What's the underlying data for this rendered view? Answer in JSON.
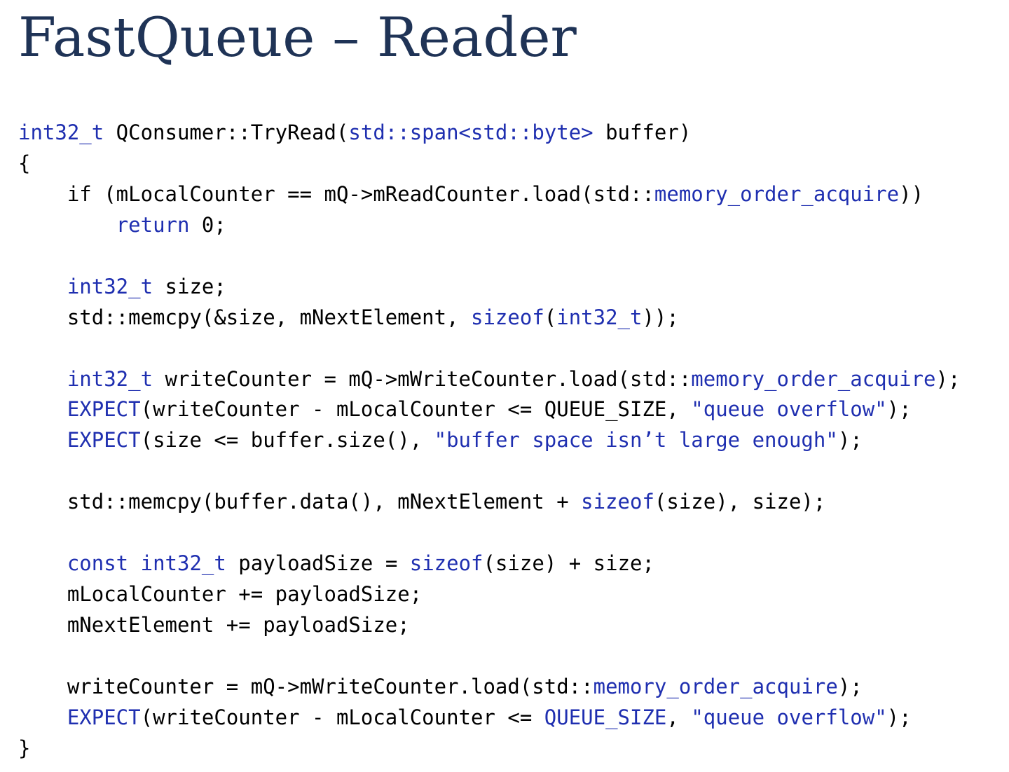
{
  "title": "FastQueue – Reader",
  "code_lines": [
    [
      {
        "t": "int32_t",
        "k": 1
      },
      {
        "t": " QConsumer::TryRead("
      },
      {
        "t": "std::span<std::byte>",
        "k": 1
      },
      {
        "t": " buffer)"
      }
    ],
    [
      {
        "t": "{"
      }
    ],
    [
      {
        "t": "    if (mLocalCounter == mQ->mReadCounter.load(std::"
      },
      {
        "t": "memory_order_acquire",
        "k": 1
      },
      {
        "t": "))"
      }
    ],
    [
      {
        "t": "        "
      },
      {
        "t": "return",
        "k": 1
      },
      {
        "t": " 0;"
      }
    ],
    [],
    [
      {
        "t": "    "
      },
      {
        "t": "int32_t",
        "k": 1
      },
      {
        "t": " size;"
      }
    ],
    [
      {
        "t": "    std::memcpy(&size, mNextElement, "
      },
      {
        "t": "sizeof",
        "k": 1
      },
      {
        "t": "("
      },
      {
        "t": "int32_t",
        "k": 1
      },
      {
        "t": "));"
      }
    ],
    [],
    [
      {
        "t": "    "
      },
      {
        "t": "int32_t",
        "k": 1
      },
      {
        "t": " writeCounter = mQ->mWriteCounter.load(std::"
      },
      {
        "t": "memory_order_acquire",
        "k": 1
      },
      {
        "t": ");"
      }
    ],
    [
      {
        "t": "    "
      },
      {
        "t": "EXPECT",
        "k": 1
      },
      {
        "t": "(writeCounter - mLocalCounter <= QUEUE_SIZE, "
      },
      {
        "t": "\"queue overflow\"",
        "k": 1
      },
      {
        "t": ");"
      }
    ],
    [
      {
        "t": "    "
      },
      {
        "t": "EXPECT",
        "k": 1
      },
      {
        "t": "(size <= buffer.size(), "
      },
      {
        "t": "\"buffer space isn’t large enough\"",
        "k": 1
      },
      {
        "t": ");"
      }
    ],
    [],
    [
      {
        "t": "    std::memcpy(buffer.data(), mNextElement + "
      },
      {
        "t": "sizeof",
        "k": 1
      },
      {
        "t": "(size), size);"
      }
    ],
    [],
    [
      {
        "t": "    "
      },
      {
        "t": "const",
        "k": 1
      },
      {
        "t": " "
      },
      {
        "t": "int32_t",
        "k": 1
      },
      {
        "t": " payloadSize = "
      },
      {
        "t": "sizeof",
        "k": 1
      },
      {
        "t": "(size) + size;"
      }
    ],
    [
      {
        "t": "    mLocalCounter += payloadSize;"
      }
    ],
    [
      {
        "t": "    mNextElement += payloadSize;"
      }
    ],
    [],
    [
      {
        "t": "    writeCounter = mQ->mWriteCounter.load(std::"
      },
      {
        "t": "memory_order_acquire",
        "k": 1
      },
      {
        "t": ");"
      }
    ],
    [
      {
        "t": "    "
      },
      {
        "t": "EXPECT",
        "k": 1
      },
      {
        "t": "(writeCounter - mLocalCounter <= "
      },
      {
        "t": "QUEUE_SIZE",
        "k": 1
      },
      {
        "t": ", "
      },
      {
        "t": "\"queue overflow\"",
        "k": 1
      },
      {
        "t": ");"
      }
    ],
    [
      {
        "t": "}"
      }
    ]
  ],
  "colors": {
    "title": "#1f3356",
    "keyword": "#1f2fb0",
    "text": "#000000",
    "background": "#ffffff"
  }
}
